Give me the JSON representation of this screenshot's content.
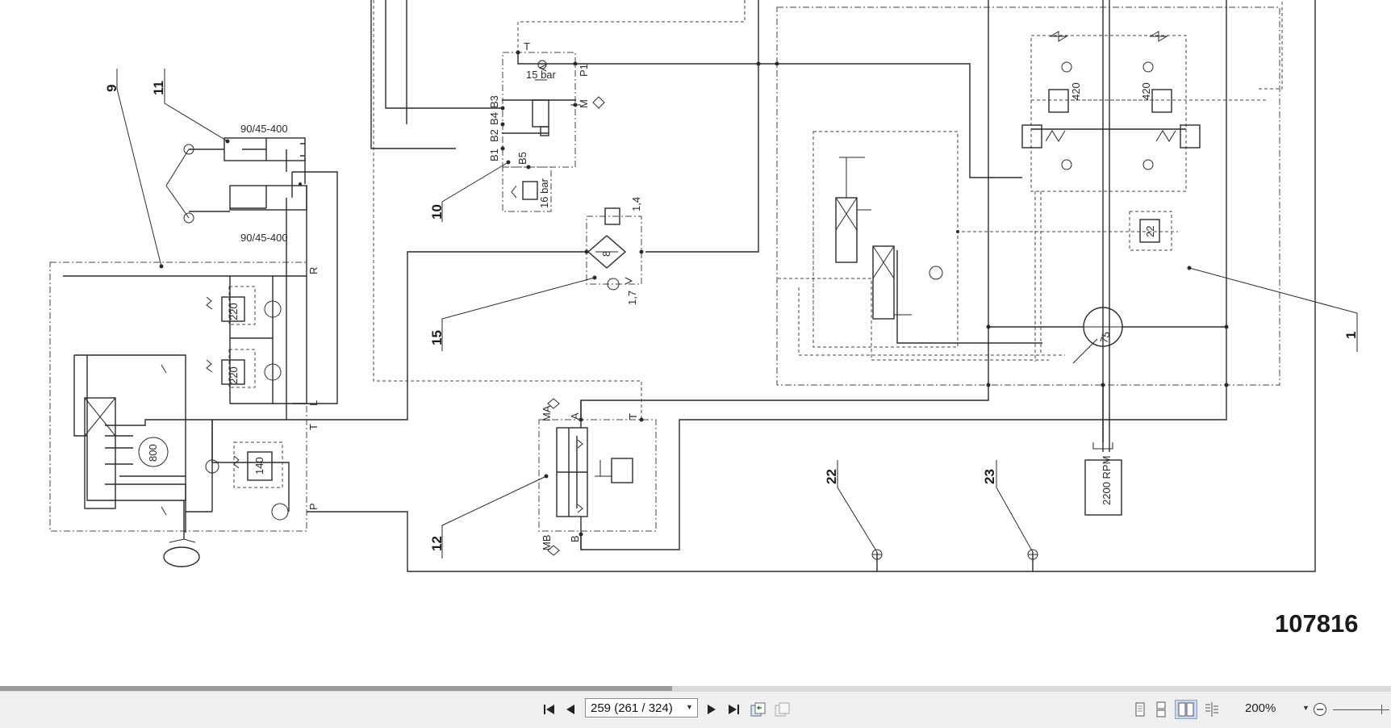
{
  "schematic": {
    "drawing_number": "107816",
    "callouts": {
      "c9": "9",
      "c11": "11",
      "c10": "10",
      "c15": "15",
      "c12": "12",
      "c22": "22",
      "c23": "23",
      "c1": "1"
    },
    "cylinder_top_label": "90/45-400",
    "cylinder_bottom_label": "90/45-400",
    "port_r": "R",
    "port_l": "L",
    "port_t": "T",
    "port_p": "P",
    "relief_220_upper": "220",
    "relief_220_lower": "220",
    "steering_motor": "800",
    "relief_140": "140",
    "valve10_pressure_15": "15 bar",
    "valve10_pressure_16": "16 bar",
    "port_t_top": "T",
    "port_p1": "P1",
    "port_m": "M",
    "port_b3": "B3",
    "port_b4": "B4",
    "port_b2": "B2",
    "port_b1": "B1",
    "port_b5": "B5",
    "filter_value": "8",
    "filter_bypass_upper": "1,4",
    "filter_bypass_lower": "1,7",
    "valve12_ma": "MA",
    "valve12_a": "A",
    "valve12_t": "T",
    "valve12_mb": "MB",
    "valve12_b": "B",
    "pump_displacement": "75",
    "relief_420_left": "420",
    "relief_420_right": "420",
    "relief_22": "22",
    "engine_speed": "2200 RPM"
  },
  "toolbar": {
    "page_value": "259 (261 / 324)",
    "zoom_value": "200%",
    "first_page_icon": "first-page-icon",
    "prev_page_icon": "prev-page-icon",
    "next_page_icon": "next-page-icon",
    "last_page_icon": "last-page-icon",
    "previous_view_icon": "previous-view-icon",
    "next_view_icon": "next-view-icon",
    "single_page_icon": "single-page-icon",
    "continuous_icon": "continuous-icon",
    "facing_icon": "facing-icon",
    "cover_icon": "cover-icon",
    "zoom_out_icon": "zoom-out-icon"
  },
  "scrollbar": {
    "position_fraction": 0.483
  }
}
